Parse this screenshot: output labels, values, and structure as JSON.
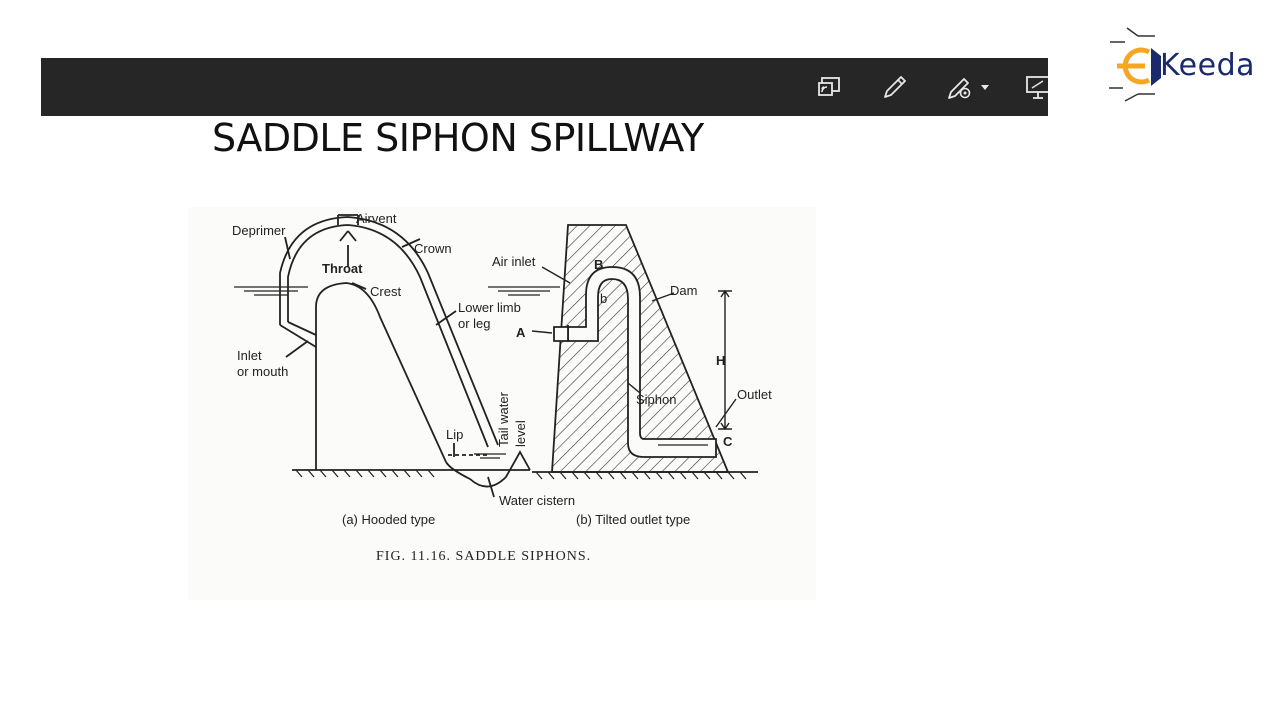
{
  "slide": {
    "title": "SADDLE SIPHON SPILLWAY"
  },
  "toolbar": {
    "tools": [
      {
        "name": "screen-share-icon"
      },
      {
        "name": "pen-icon"
      },
      {
        "name": "pen-settings-icon"
      },
      {
        "name": "whiteboard-icon"
      }
    ]
  },
  "logo": {
    "text": "Keeda"
  },
  "figure": {
    "caption": "FIG. 11.16. SADDLE SIPHONS.",
    "hooded": {
      "subcaption": "(a) Hooded type",
      "labels": {
        "airvent": "Airvent",
        "deprimer": "Deprimer",
        "crown": "Crown",
        "throat": "Throat",
        "crest": "Crest",
        "lower_limb": "Lower limb",
        "or_leg": "or leg",
        "inlet": "Inlet",
        "or_mouth": "or mouth",
        "lip": "Lip",
        "tail_water": "Tail water",
        "level": "level",
        "water_cistern": "Water cistern"
      }
    },
    "tilted": {
      "subcaption": "(b) Tilted outlet type",
      "labels": {
        "air_inlet": "Air inlet",
        "b_upper": "B",
        "b_lower": "b",
        "a": "A",
        "dam": "Dam",
        "h": "H",
        "siphon": "Siphon",
        "outlet": "Outlet",
        "c": "C"
      }
    }
  }
}
